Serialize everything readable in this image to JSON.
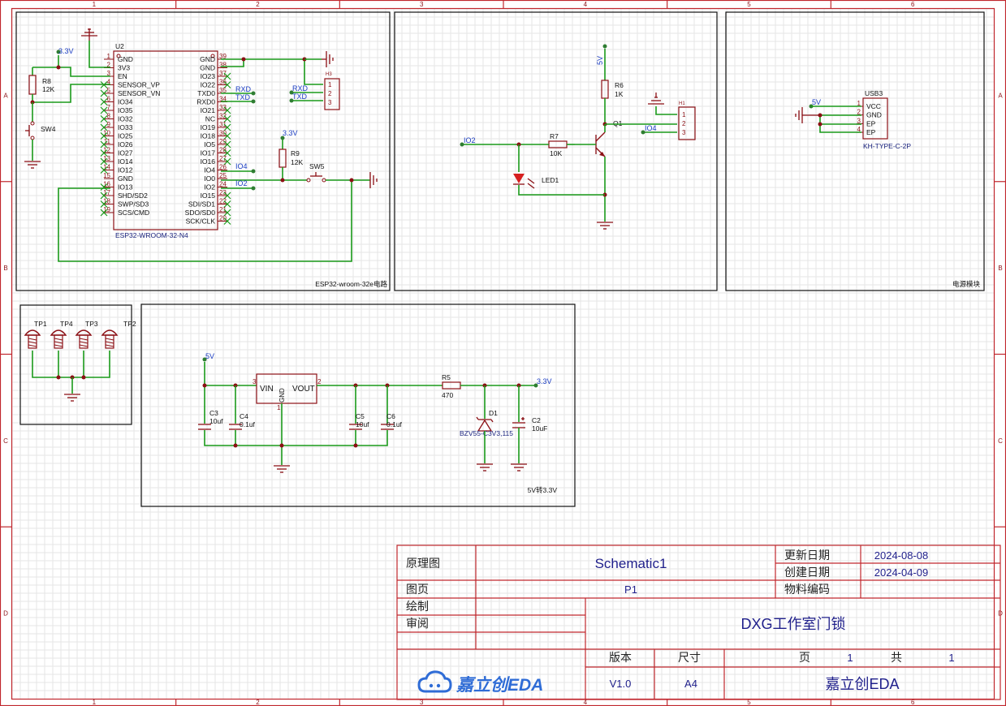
{
  "ruler": {
    "columns": [
      "1",
      "2",
      "3",
      "4",
      "5",
      "6"
    ],
    "rows": [
      "A",
      "B",
      "C",
      "D"
    ]
  },
  "colors": {
    "border": "#8b0f14",
    "wire": "#1a9a1a",
    "net_text": "#1a3cc2",
    "title_text": "#1f1f8b",
    "logo": "#2f6cd6"
  },
  "blocks": {
    "esp": {
      "label": "ESP32-wroom-32e电路",
      "u2_ref": "U2",
      "u2_part": "ESP32-WROOM-32-N4",
      "left_pins": [
        {
          "num": "1",
          "name": "GND"
        },
        {
          "num": "2",
          "name": "3V3"
        },
        {
          "num": "3",
          "name": "EN"
        },
        {
          "num": "4",
          "name": "SENSOR_VP"
        },
        {
          "num": "5",
          "name": "SENSOR_VN"
        },
        {
          "num": "6",
          "name": "IO34"
        },
        {
          "num": "7",
          "name": "IO35"
        },
        {
          "num": "8",
          "name": "IO32"
        },
        {
          "num": "9",
          "name": "IO33"
        },
        {
          "num": "10",
          "name": "IO25"
        },
        {
          "num": "11",
          "name": "IO26"
        },
        {
          "num": "12",
          "name": "IO27"
        },
        {
          "num": "13",
          "name": "IO14"
        },
        {
          "num": "14",
          "name": "IO12"
        },
        {
          "num": "15",
          "name": "GND"
        },
        {
          "num": "16",
          "name": "IO13"
        },
        {
          "num": "17",
          "name": "SHD/SD2"
        },
        {
          "num": "18",
          "name": "SWP/SD3"
        },
        {
          "num": "19",
          "name": "SCS/CMD"
        }
      ],
      "right_pins": [
        {
          "num": "39",
          "name": "GND"
        },
        {
          "num": "38",
          "name": "GND"
        },
        {
          "num": "37",
          "name": "IO23"
        },
        {
          "num": "36",
          "name": "IO22"
        },
        {
          "num": "35",
          "name": "TXD0"
        },
        {
          "num": "34",
          "name": "RXD0"
        },
        {
          "num": "33",
          "name": "IO21"
        },
        {
          "num": "32",
          "name": "NC"
        },
        {
          "num": "31",
          "name": "IO19"
        },
        {
          "num": "30",
          "name": "IO18"
        },
        {
          "num": "29",
          "name": "IO5"
        },
        {
          "num": "28",
          "name": "IO17"
        },
        {
          "num": "27",
          "name": "IO16"
        },
        {
          "num": "26",
          "name": "IO4"
        },
        {
          "num": "25",
          "name": "IO0"
        },
        {
          "num": "24",
          "name": "IO2"
        },
        {
          "num": "23",
          "name": "IO15"
        },
        {
          "num": "22",
          "name": "SDI/SD1"
        },
        {
          "num": "21",
          "name": "SDO/SD0"
        },
        {
          "num": "20",
          "name": "SCK/CLK"
        }
      ],
      "rail_3v3": "3.3V",
      "r8_ref": "R8",
      "r8_val": "12K",
      "sw4_ref": "SW4",
      "net_rxd": "RXD",
      "net_txd": "TXD",
      "net_io4": "IO4",
      "net_io2": "IO2",
      "h3_ref": "H3",
      "h3_pins": [
        "1",
        "2",
        "3"
      ],
      "h3_net_rxd": "RXD",
      "h3_net_txd": "TXD",
      "r9_rail": "3.3V",
      "r9_ref": "R9",
      "r9_val": "12K",
      "sw5_ref": "SW5"
    },
    "led": {
      "rail_5v": "5V",
      "r6_ref": "R6",
      "r6_val": "1K",
      "q1_ref": "Q1",
      "r7_ref": "R7",
      "r7_val": "10K",
      "net_io2": "IO2",
      "led_ref": "LED1",
      "h_ref": "H1",
      "h_pins": [
        "1",
        "2",
        "3"
      ],
      "net_io4": "IO4"
    },
    "power": {
      "label": "电源模块",
      "rail_5v": "5V",
      "usb_ref": "USB3",
      "usb_part": "KH-TYPE-C-2P",
      "pins": [
        {
          "num": "1",
          "name": "VCC"
        },
        {
          "num": "2",
          "name": "GND"
        },
        {
          "num": "3",
          "name": "EP"
        },
        {
          "num": "4",
          "name": "EP"
        }
      ]
    },
    "tp": {
      "refs": [
        "TP1",
        "TP4",
        "TP3",
        "TP2"
      ]
    },
    "reg": {
      "label": "5V转3.3V",
      "rail_5v": "5V",
      "rail_3v3": "3.3V",
      "vin": "VIN",
      "vout": "VOUT",
      "gnd": "GND",
      "pin_vin": "3",
      "pin_vout": "2",
      "pin_gnd": "1",
      "c3_ref": "C3",
      "c3_val": "10uf",
      "c4_ref": "C4",
      "c4_val": "0.1uf",
      "c5_ref": "C5",
      "c5_val": "10uf",
      "c6_ref": "C6",
      "c6_val": "0.1uf",
      "r5_ref": "R5",
      "r5_val": "470",
      "d1_ref": "D1",
      "d1_val": "BZV55-C3V3,115",
      "c2_ref": "C2",
      "c2_val": "10uF"
    }
  },
  "title_block": {
    "k_schematic": "原理图",
    "v_schematic": "Schematic1",
    "k_updated": "更新日期",
    "v_updated": "2024-08-08",
    "k_created": "创建日期",
    "v_created": "2024-04-09",
    "k_page": "图页",
    "v_page": "P1",
    "k_material": "物料编码",
    "k_drawn": "绘制",
    "k_review": "审阅",
    "project": "DXG工作室门锁",
    "k_version": "版本",
    "k_size": "尺寸",
    "k_pg": "页",
    "v_pg": "1",
    "k_total": "共",
    "v_total": "1",
    "logo": "嘉立创EDA",
    "v_version": "V1.0",
    "v_size": "A4",
    "company": "嘉立创EDA"
  }
}
